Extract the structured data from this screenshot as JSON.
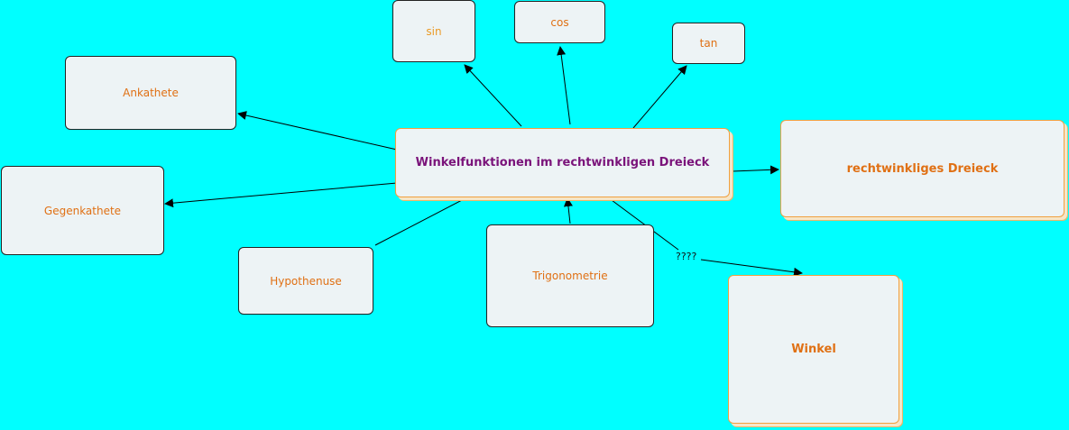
{
  "nodes": {
    "center": "Winkelfunktionen im rechtwinkligen Dreieck",
    "sin": "sin",
    "cos": "cos",
    "tan": "tan",
    "ankathete": "Ankathete",
    "gegenkathete": "Gegenkathete",
    "hypothenuse": "Hypothenuse",
    "trigonometrie": "Trigonometrie",
    "dreieck": "rechtwinkliges Dreieck",
    "winkel": "Winkel"
  },
  "edge_labels": {
    "winkel": "????"
  },
  "colors": {
    "background": "#00ffff",
    "node_fill": "#edf3f5",
    "label_orange": "#e07014",
    "center_purple": "#7a137a"
  }
}
